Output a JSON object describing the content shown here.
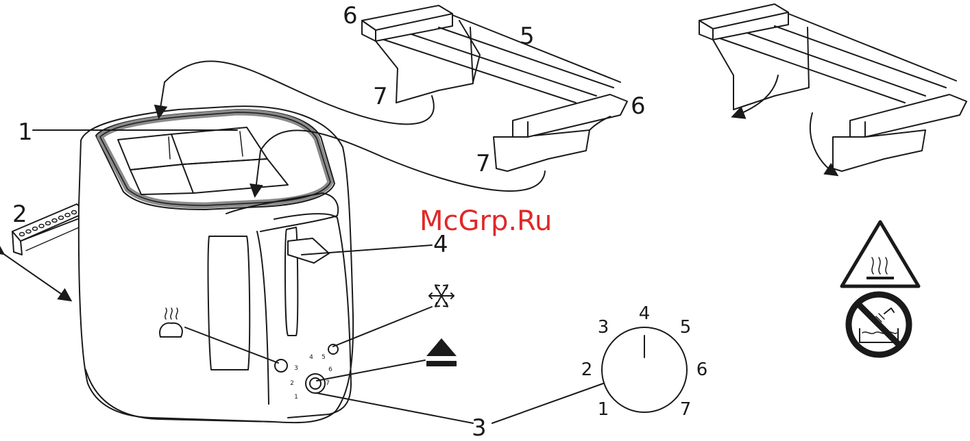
{
  "labels": {
    "slots": "1",
    "crumb_tray": "2",
    "browning_control": "3",
    "lever": "4",
    "rack_frame": "5",
    "rack_handle_top": "6",
    "rack_handle_bottom": "6",
    "rack_leg_top": "7",
    "rack_leg_bottom": "7"
  },
  "watermark": "McGrp.Ru",
  "dial": {
    "numbers": [
      "1",
      "2",
      "3",
      "4",
      "5",
      "6",
      "7"
    ],
    "pointer_at": "4"
  },
  "icons": {
    "defrost": "snowflake-icon",
    "cancel": "eject-icon",
    "reheat": "toast-steam-icon",
    "warning": "hot-surface-warning-icon",
    "no_water": "no-immersion-icon"
  }
}
